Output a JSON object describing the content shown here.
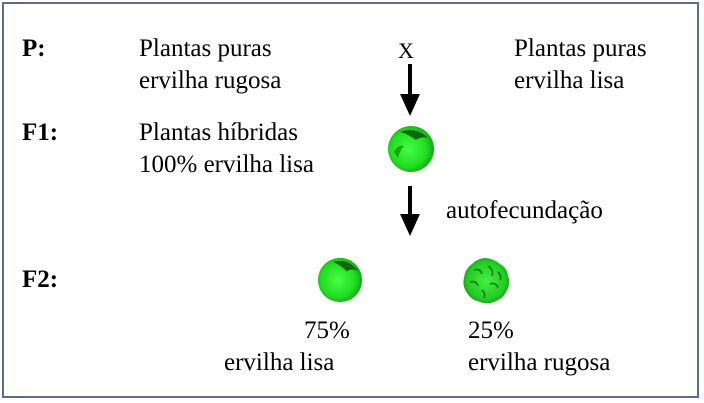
{
  "rows": {
    "p_label": "P:",
    "f1_label": "F1:",
    "f2_label": "F2:"
  },
  "parents": {
    "left_line1": "Plantas puras",
    "left_line2": "ervilha rugosa",
    "cross": "X",
    "right_line1": "Plantas puras",
    "right_line2": "ervilha lisa"
  },
  "f1": {
    "line1": "Plantas híbridas",
    "line2": "100% ervilha lisa"
  },
  "process": {
    "label": "autofecundação"
  },
  "f2": {
    "smooth_percent": "75%",
    "smooth_label": "ervilha lisa",
    "wrinkled_percent": "25%",
    "wrinkled_label": "ervilha rugosa"
  },
  "colors": {
    "pea_green": "#22dd22",
    "pea_dark": "#0a6a0a",
    "border": "#5b6e8c"
  }
}
